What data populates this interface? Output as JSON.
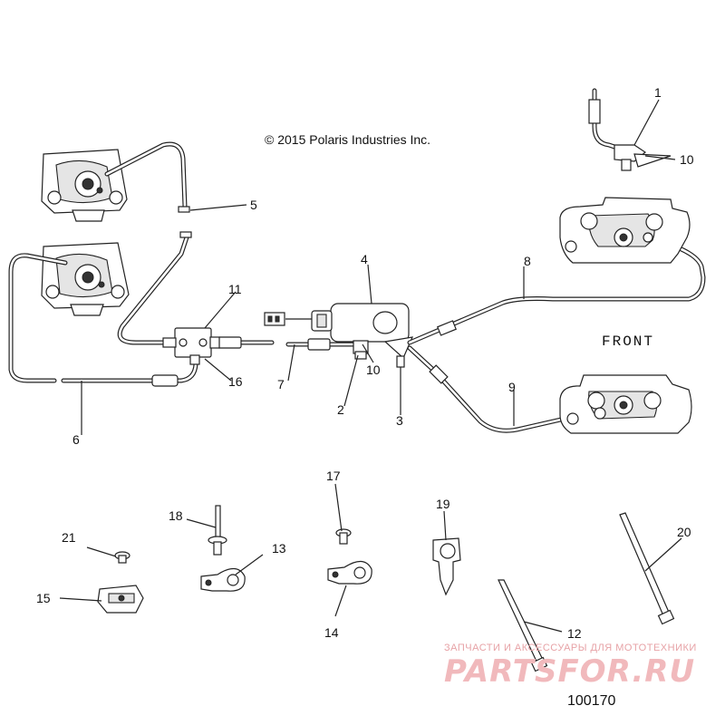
{
  "copyright": "© 2015 Polaris Industries Inc.",
  "front_label": "FRONT",
  "doc_number": "100170",
  "watermark": {
    "tagline": "ЗАПЧАСТИ И АКСЕССУАРЫ ДЛЯ МОТОТЕХНИКИ",
    "brand": "PARTSFOR.RU"
  },
  "callouts": {
    "c1": "1",
    "c2": "2",
    "c3": "3",
    "c4": "4",
    "c5": "5",
    "c6": "6",
    "c7": "7",
    "c8": "8",
    "c9": "9",
    "c10a": "10",
    "c10b": "10",
    "c11": "11",
    "c12": "12",
    "c13": "13",
    "c14": "14",
    "c15": "15",
    "c16": "16",
    "c17": "17",
    "c18": "18",
    "c19": "19",
    "c20": "20",
    "c21": "21"
  }
}
